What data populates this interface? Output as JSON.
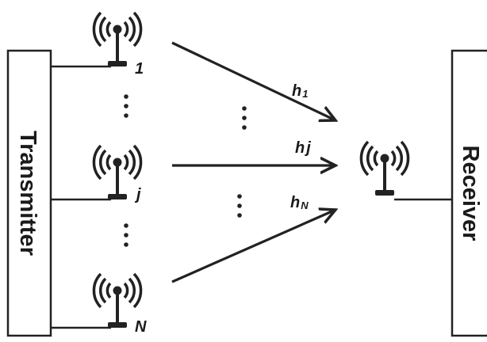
{
  "transmitter": {
    "label": "Transmitter"
  },
  "receiver": {
    "label": "Receiver"
  },
  "tx_antennas": [
    {
      "id": "antenna-1",
      "label": "1"
    },
    {
      "id": "antenna-j",
      "label": "j"
    },
    {
      "id": "antenna-n",
      "label": "N"
    }
  ],
  "channels": [
    {
      "id": "channel-h1",
      "symbol": "h",
      "subscript": "1"
    },
    {
      "id": "channel-hj",
      "symbol": "h",
      "subscript": "j"
    },
    {
      "id": "channel-hn",
      "symbol": "h",
      "subscript": "N"
    }
  ],
  "icons": {
    "antenna": "wireless-antenna-icon",
    "ellipsis": "vertical-ellipsis-icon"
  },
  "colors": {
    "stroke": "#222222",
    "background": "#ffffff"
  }
}
